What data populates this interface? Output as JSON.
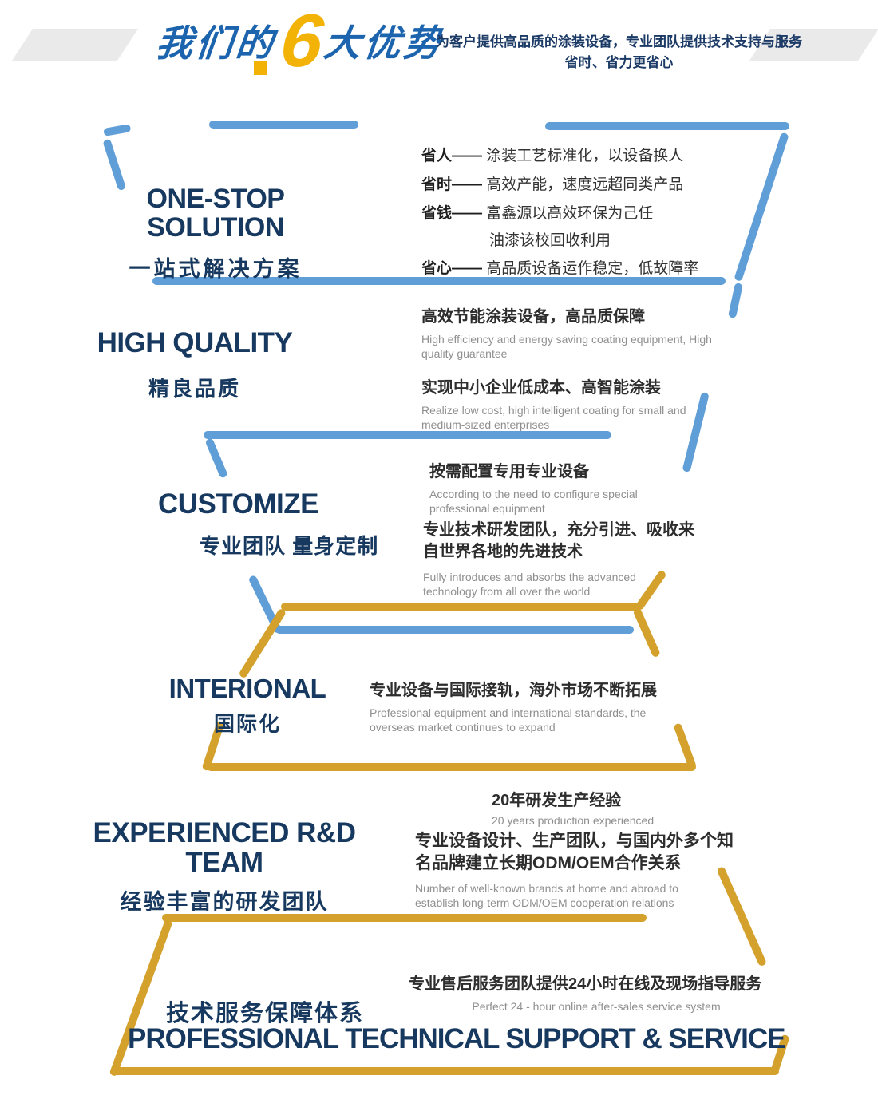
{
  "colors": {
    "heading_navy": "#17395f",
    "title_blue": "#1c65ae",
    "number_gold": "#f3b306",
    "line_blue": "#5f9ed7",
    "line_gold": "#d3a12c",
    "body_text": "#333333",
    "sub_text": "#8f8f8f"
  },
  "header": {
    "title_prefix": "我们的",
    "title_number": "6",
    "title_suffix": "大优势",
    "tagline_line1": "为客户提供高品质的涂装设备，专业团队提供技术支持与服务",
    "tagline_line2": "省时、省力更省心"
  },
  "sections": {
    "one_stop": {
      "title_en": "ONE-STOP SOLUTION",
      "title_zh": "一站式解决方案",
      "items": [
        {
          "label": "省人——",
          "text": "涂装工艺标准化，以设备换人"
        },
        {
          "label": "省时——",
          "text": "高效产能，速度远超同类产品"
        },
        {
          "label": "省钱——",
          "text": "富鑫源以高效环保为己任",
          "text2": "油漆该校回收利用"
        },
        {
          "label": "省心——",
          "text": "高品质设备运作稳定，低故障率"
        }
      ]
    },
    "high_quality": {
      "title_en": "HIGH QUALITY",
      "title_zh": "精良品质",
      "point1_zh": "高效节能涂装设备，高品质保障",
      "point1_en": "High efficiency and energy saving coating equipment, High quality guarantee",
      "point2_zh": "实现中小企业低成本、高智能涂装",
      "point2_en": "Realize low cost, high intelligent coating for small and medium-sized enterprises"
    },
    "customize": {
      "title_en": "CUSTOMIZE",
      "title_zh": "专业团队 量身定制",
      "point1_zh": "按需配置专用专业设备",
      "point1_en": "According to the need to configure special professional equipment",
      "point2_zh": "专业技术研发团队，充分引进、吸收来自世界各地的先进技术",
      "point2_en": "Fully introduces and absorbs the advanced technology from all over the world"
    },
    "international": {
      "title_en": "INTERIONAL",
      "title_zh": "国际化",
      "point1_zh": "专业设备与国际接轨，海外市场不断拓展",
      "point1_en": "Professional equipment and international standards, the overseas market continues to expand"
    },
    "rd_team": {
      "title_en": "EXPERIENCED R&D TEAM",
      "title_zh": "经验丰富的研发团队",
      "point1_zh": "20年研发生产经验",
      "point1_en": "20 years production experienced",
      "point2_zh": "专业设备设计、生产团队，与国内外多个知名品牌建立长期ODM/OEM合作关系",
      "point2_en": "Number of well-known brands at home and abroad to establish long-term ODM/OEM cooperation relations"
    },
    "support": {
      "title_zh": "技术服务保障体系",
      "title_en": "PROFESSIONAL TECHNICAL SUPPORT & SERVICE",
      "point1_zh": "专业售后服务团队提供24小时在线及现场指导服务",
      "point1_en": "Perfect 24 - hour online after-sales service system"
    }
  }
}
